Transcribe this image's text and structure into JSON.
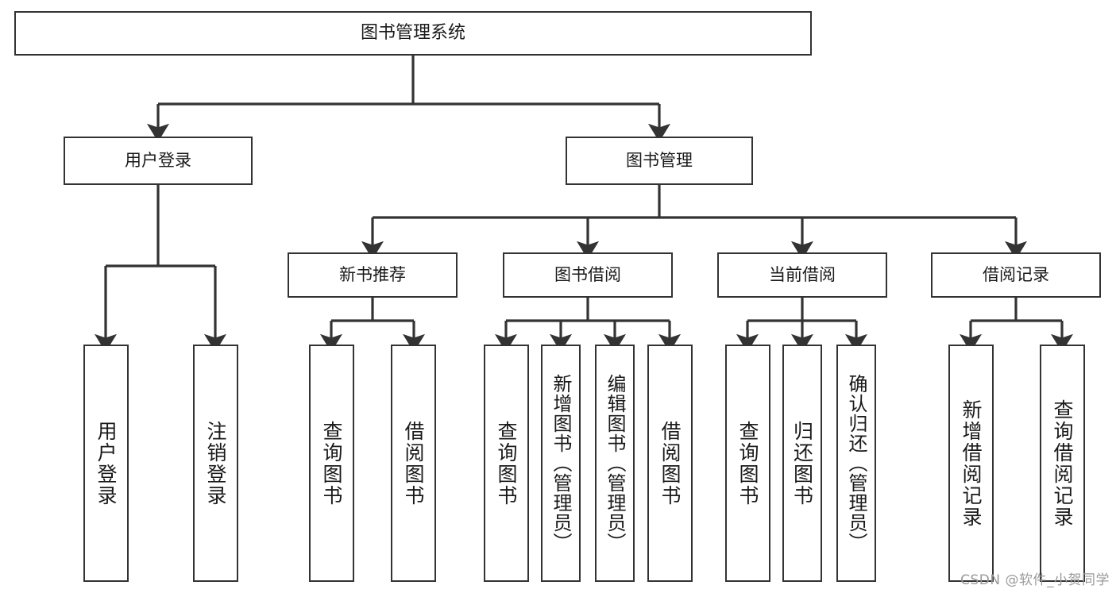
{
  "diagram": {
    "title": "图书管理系统",
    "type": "tree",
    "background": "#ffffff",
    "line_color": "#333333",
    "box_border_color": "#333333",
    "box_fill": "#ffffff"
  },
  "nodes": {
    "root": {
      "label": "图书管理系统"
    },
    "level2": [
      {
        "id": "user-login",
        "label": "用户登录"
      },
      {
        "id": "book-manage",
        "label": "图书管理"
      }
    ],
    "level3": [
      {
        "id": "new-book-recommend",
        "label": "新书推荐"
      },
      {
        "id": "book-borrow",
        "label": "图书借阅"
      },
      {
        "id": "current-borrow",
        "label": "当前借阅"
      },
      {
        "id": "borrow-record",
        "label": "借阅记录"
      }
    ],
    "leaves": [
      {
        "id": "leaf-user-login",
        "label": "用户登录",
        "parent": "user-login"
      },
      {
        "id": "leaf-user-logout",
        "label": "注销登录",
        "parent": "user-login"
      },
      {
        "id": "leaf-query-book-1",
        "label": "查询图书",
        "parent": "new-book-recommend"
      },
      {
        "id": "leaf-borrow-book-1",
        "label": "借阅图书",
        "parent": "new-book-recommend"
      },
      {
        "id": "leaf-query-book-2",
        "label": "查询图书",
        "parent": "book-borrow"
      },
      {
        "id": "leaf-add-book",
        "label": "新增图书（管理员）",
        "parent": "book-borrow"
      },
      {
        "id": "leaf-edit-book",
        "label": "编辑图书（管理员）",
        "parent": "book-borrow"
      },
      {
        "id": "leaf-borrow-book-2",
        "label": "借阅图书",
        "parent": "book-borrow"
      },
      {
        "id": "leaf-query-book-3",
        "label": "查询图书",
        "parent": "current-borrow"
      },
      {
        "id": "leaf-return-book",
        "label": "归还图书",
        "parent": "current-borrow"
      },
      {
        "id": "leaf-confirm-return",
        "label": "确认归还（管理员）",
        "parent": "current-borrow"
      },
      {
        "id": "leaf-add-record",
        "label": "新增借阅记录",
        "parent": "borrow-record"
      },
      {
        "id": "leaf-query-record",
        "label": "查询借阅记录",
        "parent": "borrow-record"
      }
    ]
  },
  "watermark": {
    "text": "CSDN @软件_小贺同学"
  }
}
